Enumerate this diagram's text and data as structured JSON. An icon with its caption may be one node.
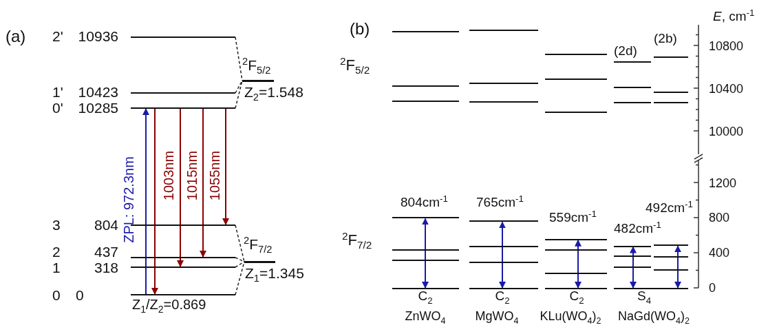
{
  "diagram": {
    "nodes": [
      {
        "text": [],
        "shape": "bar",
        "beside": [
          "2'",
          "10936"
        ]
      },
      {
        "text": [],
        "shape": "bar",
        "beside": [
          "1'",
          "10423"
        ]
      },
      {
        "text": [],
        "shape": "bar",
        "beside": [
          "0'",
          "10285"
        ]
      },
      {
        "text": [],
        "shape": "bar",
        "beside": [
          "3",
          "804"
        ]
      },
      {
        "text": [],
        "shape": "bar",
        "beside": [
          "2",
          "437"
        ]
      },
      {
        "text": [],
        "shape": "bar",
        "beside": [
          "1",
          "318"
        ]
      },
      {
        "text": [],
        "shape": "bar",
        "beside": [
          "0",
          "0"
        ]
      },
      {
        "text": [],
        "shape": "bar",
        "beside": [
          "$^{2}$F$_{5/2}$",
          "Z$_{2}$=1.548"
        ]
      },
      {
        "text": [],
        "shape": "bar",
        "beside": [
          "$^{2}$F$_{7/2}$",
          "Z$_{1}$=1.345"
        ]
      },
      {
        "text": [],
        "shape": "bar"
      },
      {
        "text": [],
        "shape": "bar"
      },
      {
        "text": [],
        "shape": "bar"
      },
      {
        "text": [],
        "shape": "bar"
      },
      {
        "text": [],
        "shape": "bar"
      },
      {
        "text": [],
        "shape": "bar"
      },
      {
        "text": [],
        "shape": "bar"
      },
      {
        "text": [],
        "shape": "bar"
      },
      {
        "text": [],
        "shape": "bar"
      },
      {
        "text": [],
        "shape": "bar"
      },
      {
        "text": [],
        "shape": "bar"
      },
      {
        "text": [],
        "shape": "bar"
      },
      {
        "text": [],
        "shape": "bar"
      },
      {
        "text": [],
        "shape": "bar"
      },
      {
        "text": [],
        "shape": "bar"
      },
      {
        "text": [],
        "shape": "bar"
      },
      {
        "text": [],
        "shape": "bar"
      },
      {
        "text": [],
        "shape": "bar"
      },
      {
        "text": [],
        "shape": "bar"
      },
      {
        "text": [],
        "shape": "bar"
      },
      {
        "text": [],
        "shape": "bar"
      },
      {
        "text": [],
        "shape": "bar"
      },
      {
        "text": [],
        "shape": "bar"
      },
      {
        "text": [],
        "shape": "bar"
      },
      {
        "text": [],
        "shape": "bar"
      },
      {
        "text": [],
        "shape": "bar"
      },
      {
        "text": [],
        "shape": "bar"
      },
      {
        "text": [],
        "shape": "bar"
      },
      {
        "text": [],
        "shape": "bar"
      },
      {
        "text": [],
        "shape": "bar"
      },
      {
        "text": [],
        "shape": "bar"
      },
      {
        "text": [],
        "shape": "bar"
      },
      {
        "text": [],
        "shape": "bar"
      },
      {
        "text": [],
        "shape": "bar"
      }
    ],
    "edges": [
      {
        "from": 6,
        "to": 2,
        "arrow": "to",
        "label": "ZPL: 972.3nm",
        "color": "#1a1aa8"
      },
      {
        "from": 2,
        "to": 6,
        "arrow": "to",
        "color": "#8b0000"
      },
      {
        "from": 2,
        "to": 5,
        "arrow": "to",
        "label": "1003nm",
        "color": "#8b0000"
      },
      {
        "from": 2,
        "to": 4,
        "arrow": "to",
        "label": "1015nm",
        "color": "#8b0000"
      },
      {
        "from": 2,
        "to": 3,
        "arrow": "to",
        "label": "1055nm",
        "color": "#8b0000"
      },
      {
        "from": 0,
        "to": 7,
        "arrow": "none",
        "style": "dashed"
      },
      {
        "from": 1,
        "to": 7,
        "arrow": "none",
        "style": "dashed"
      },
      {
        "from": 2,
        "to": 7,
        "arrow": "none",
        "style": "dashed"
      },
      {
        "from": 3,
        "to": 8,
        "arrow": "none",
        "style": "dashed"
      },
      {
        "from": 4,
        "to": 8,
        "arrow": "none",
        "style": "dashed"
      },
      {
        "from": 5,
        "to": 8,
        "arrow": "none",
        "style": "dashed"
      },
      {
        "from": 6,
        "to": 8,
        "arrow": "none",
        "style": "dashed"
      },
      {
        "from": 15,
        "to": 12,
        "arrow": "both",
        "color": "#1a1aa8"
      },
      {
        "from": 22,
        "to": 19,
        "arrow": "both",
        "color": "#1a1aa8"
      },
      {
        "from": 29,
        "to": 26,
        "arrow": "both",
        "color": "#1a1aa8"
      },
      {
        "from": 42,
        "to": 33,
        "arrow": "both",
        "color": "#1a1aa8"
      },
      {
        "from": 42,
        "to": 39,
        "arrow": "both",
        "color": "#1a1aa8"
      }
    ],
    "labels": [
      "(a)",
      "Z$_{1}$/Z$_{2}$=0.869",
      "(b)",
      "*E*, cm$^{-1}$",
      "10800",
      "10400",
      "10000",
      "1200",
      "800",
      "400",
      "0",
      "$^{2}$F$_{5/2}$",
      "$^{2}$F$_{7/2}$",
      "(2d)",
      "(2b)",
      "804cm$^{-1}$",
      "765cm$^{-1}$",
      "559cm$^{-1}$",
      "482cm$^{-1}$",
      "492cm$^{-1}$",
      "C$_{2}$",
      "C$_{2}$",
      "C$_{2}$",
      "S$_{4}$",
      "ZnWO$_{4}$",
      "MgWO$_{4}$",
      "KLu(WO$_{4}$)$_{2}$",
      "NaGd(WO$_{4}$)$_{2}$"
    ]
  }
}
